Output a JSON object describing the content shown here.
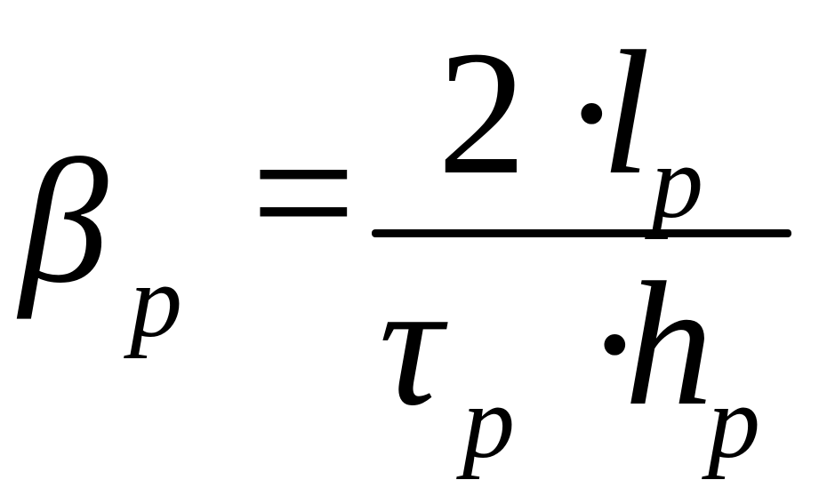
{
  "formula": {
    "lhs": {
      "symbol": "β",
      "subscript": "p"
    },
    "equals": "=",
    "numerator": {
      "coefficient": "2",
      "operator": "·",
      "variable": "l",
      "subscript": "p"
    },
    "denominator": {
      "first_variable": "τ",
      "first_subscript": "p",
      "operator": "·",
      "second_variable": "h",
      "second_subscript": "p"
    }
  }
}
